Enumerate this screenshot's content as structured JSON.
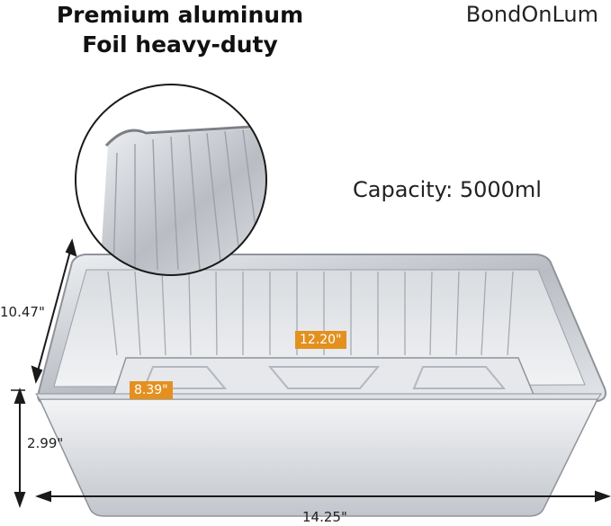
{
  "headline": {
    "line1": "Premium aluminum",
    "line2": "Foil heavy-duty"
  },
  "brand": "BondOnLum",
  "capacity": "Capacity: 5000ml",
  "dimensions": {
    "width": "10.47\"",
    "height": "2.99\"",
    "length": "14.25\"",
    "inner_length": "12.20\"",
    "inner_width": "8.39\""
  },
  "colors": {
    "tag": "#e3901f",
    "foil": "#c9ccd1",
    "foil_dark": "#8f949b"
  }
}
